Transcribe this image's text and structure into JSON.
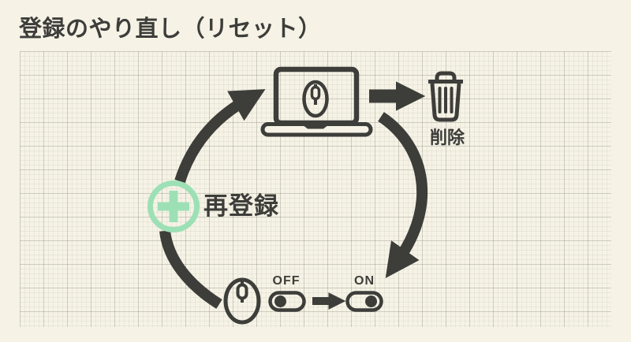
{
  "slide": {
    "title": "登録のやり直し（リセット）"
  },
  "labels": {
    "delete": "削除",
    "reregister": "再登録",
    "off": "OFF",
    "on": "ON"
  },
  "colors": {
    "background": "#f6f3e6",
    "ink": "#3d3d3a",
    "accent_green": "#9de0b6"
  },
  "icons": [
    "laptop-icon",
    "mouse-on-screen-icon",
    "arrow-right-icon",
    "trash-icon",
    "curved-arrow-down-icon",
    "curved-arrow-up-icon",
    "plus-circle-icon",
    "mouse-icon",
    "toggle-off-icon",
    "toggle-small-arrow-icon",
    "toggle-on-icon",
    "grid-paper-background"
  ]
}
